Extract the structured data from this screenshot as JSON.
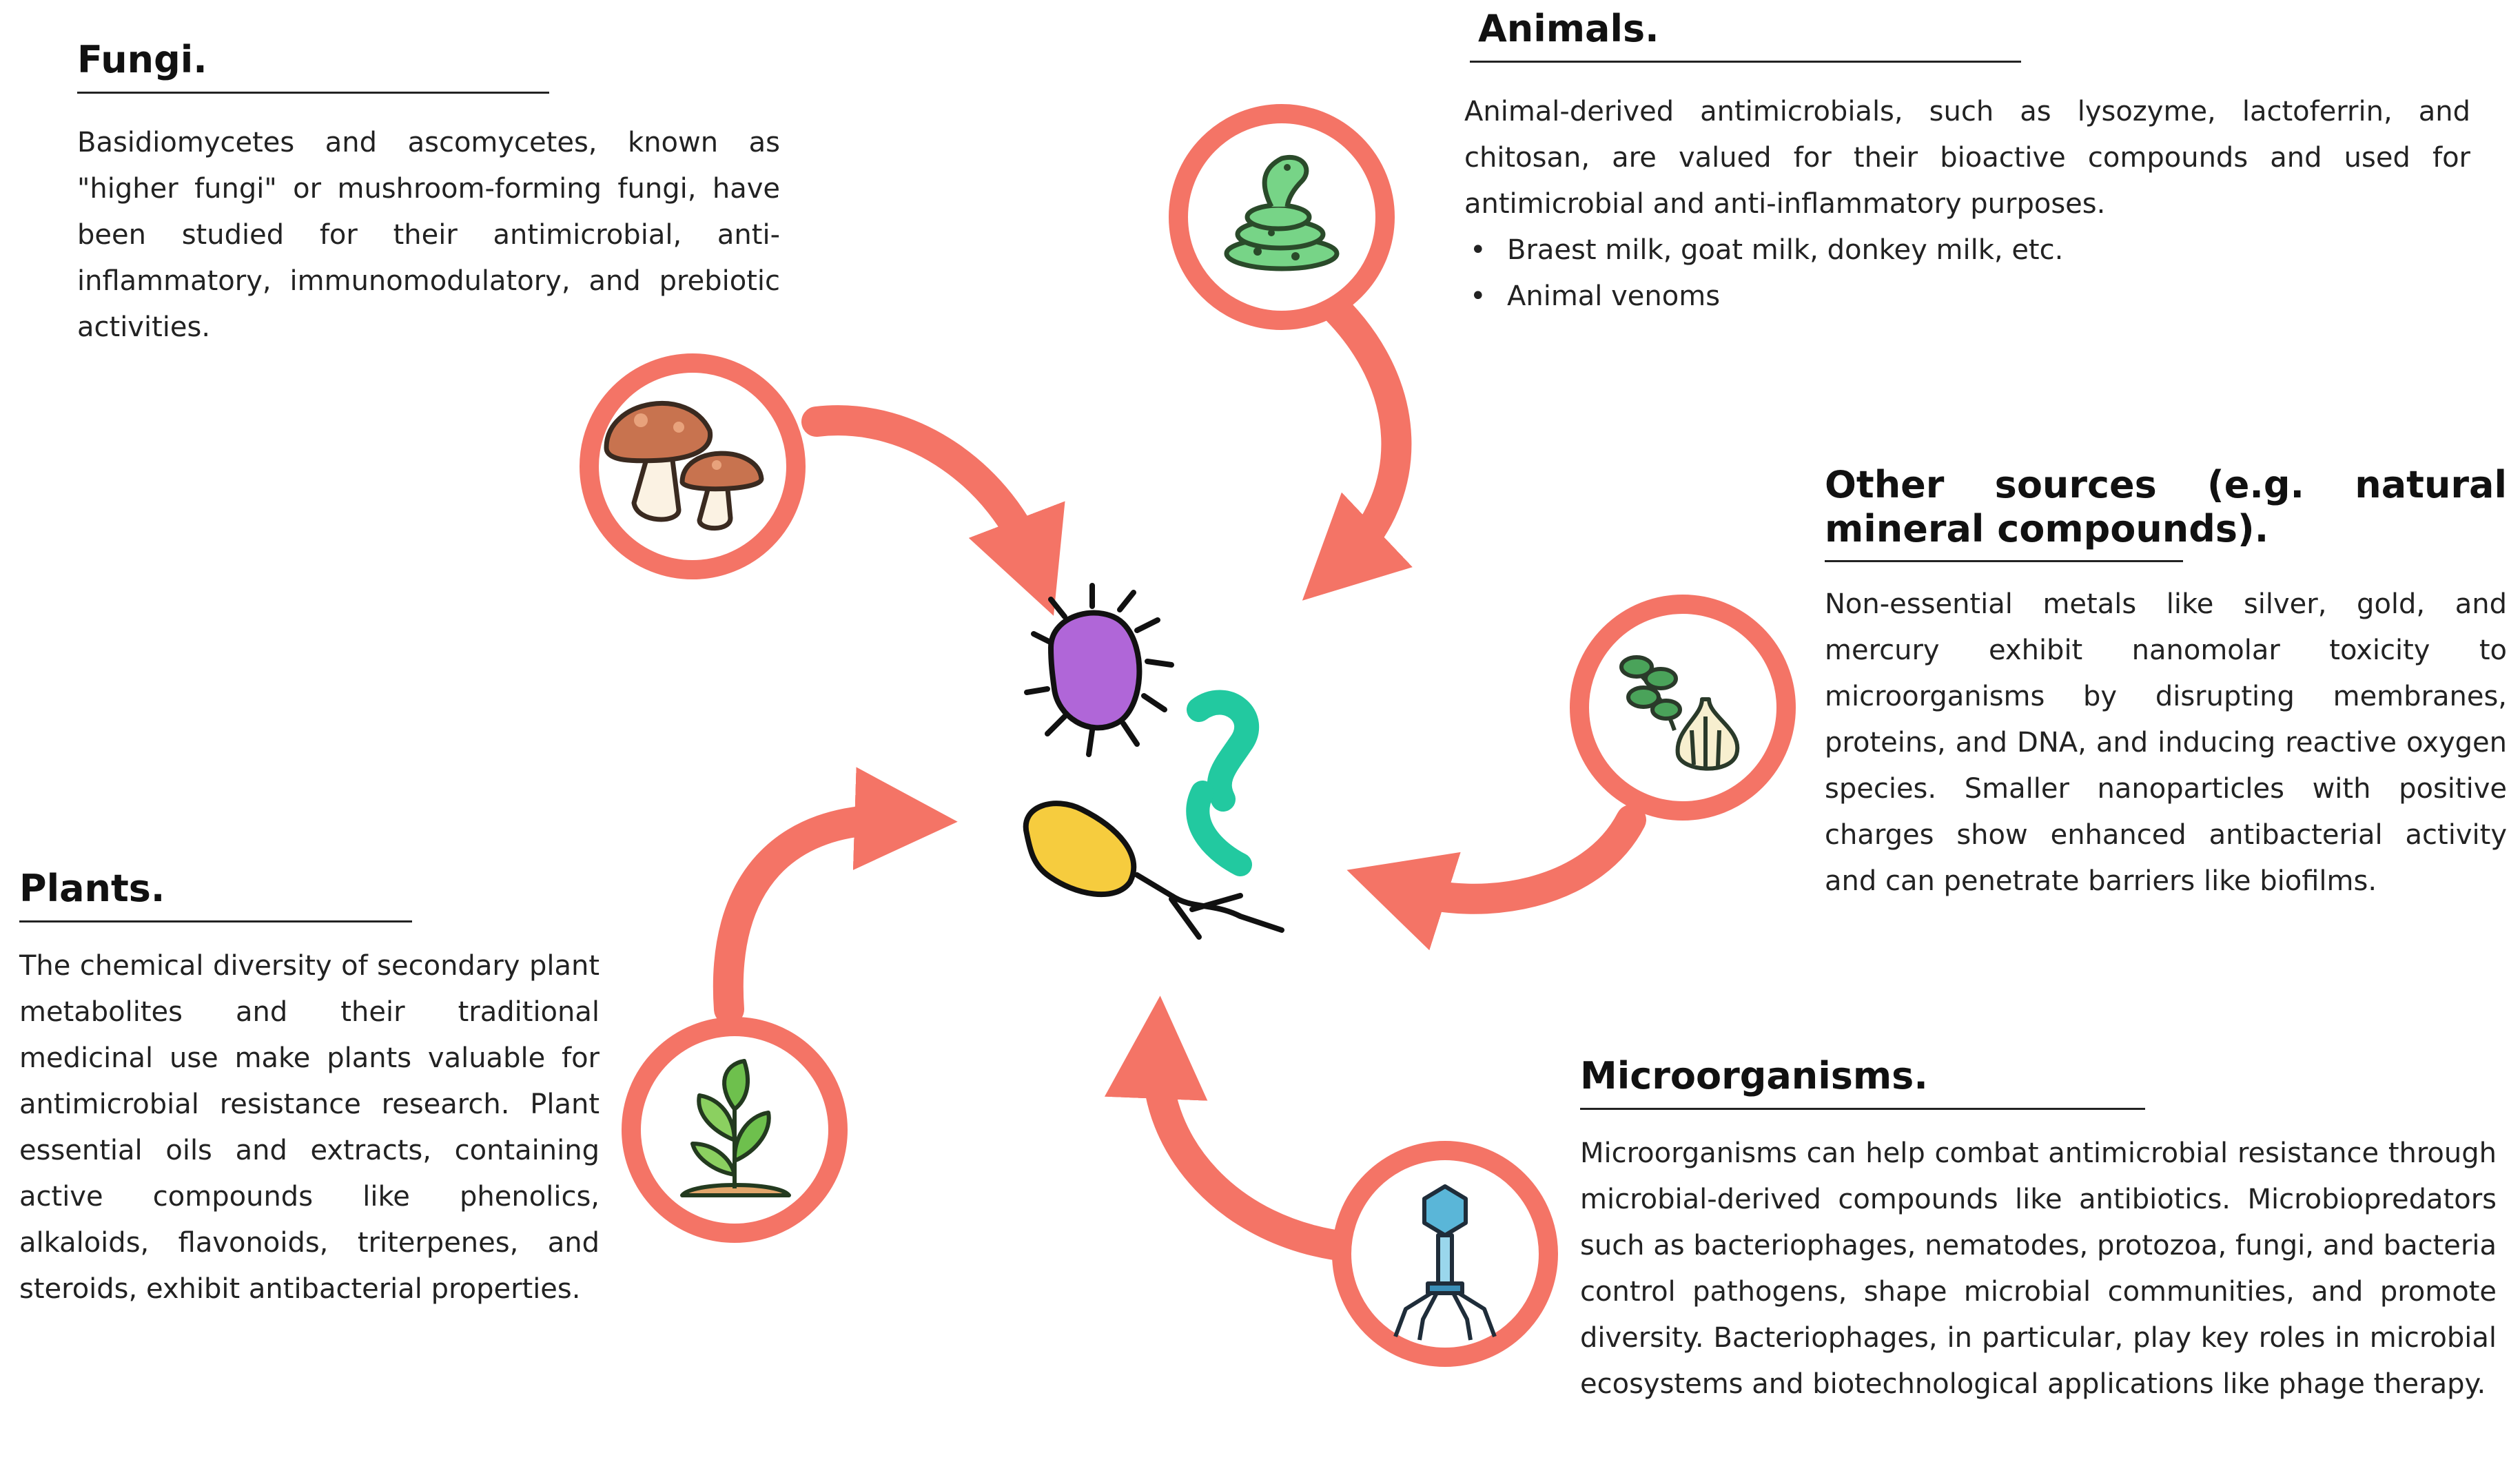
{
  "colors": {
    "accent": "#F47466",
    "text": "#222222",
    "heading": "#111111"
  },
  "sources": [
    {
      "id": "fungi",
      "title": "Fungi.",
      "icon": "mushroom-icon",
      "text": "Basidiomycetes and ascomycetes, known as \"higher fungi\" or mushroom-forming fungi, have been studied for their antimicrobial, anti-inflammatory, immunomodulatory, and prebiotic activities."
    },
    {
      "id": "animals",
      "title": "Animals.",
      "icon": "snake-icon",
      "text": "Animal-derived antimicrobials, such as lysozyme, lactoferrin, and chitosan, are valued for their bioactive compounds and used for antimicrobial and anti-inflammatory purposes.",
      "bullets": [
        "Braest milk, goat milk, donkey milk, etc.",
        "Animal venoms"
      ]
    },
    {
      "id": "other",
      "title": "Other sources (e.g. natural mineral compounds).",
      "icon": "herbs-garlic-icon",
      "text": "Non-essential metals like silver, gold, and mercury exhibit nanomolar toxicity to microorganisms by disrupting membranes, proteins, and DNA, and inducing reactive oxygen species. Smaller nanoparticles with positive charges show enhanced antibacterial activity and can penetrate barriers like biofilms."
    },
    {
      "id": "microorganisms",
      "title": "Microorganisms.",
      "icon": "bacteriophage-icon",
      "text": "Microorganisms can help combat antimicrobial resistance through microbial-derived compounds like antibiotics. Microbiopredators such as bacteriophages, nematodes, protozoa, fungi, and bacteria control pathogens, shape microbial communities, and promote diversity. Bacteriophages, in particular, play key roles in microbial ecosystems and biotechnological applications like phage therapy."
    },
    {
      "id": "plants",
      "title": "Plants.",
      "icon": "plant-sprout-icon",
      "text": "The chemical diversity of secondary plant metabolites and their traditional medicinal use make plants valuable for antimicrobial resistance research. Plant essential oils and extracts, containing active compounds like phenolics, alkaloids, flavonoids, triterpenes, and steroids, exhibit antibacterial properties."
    }
  ],
  "center": {
    "icon": "bacteria-cluster-icon"
  }
}
